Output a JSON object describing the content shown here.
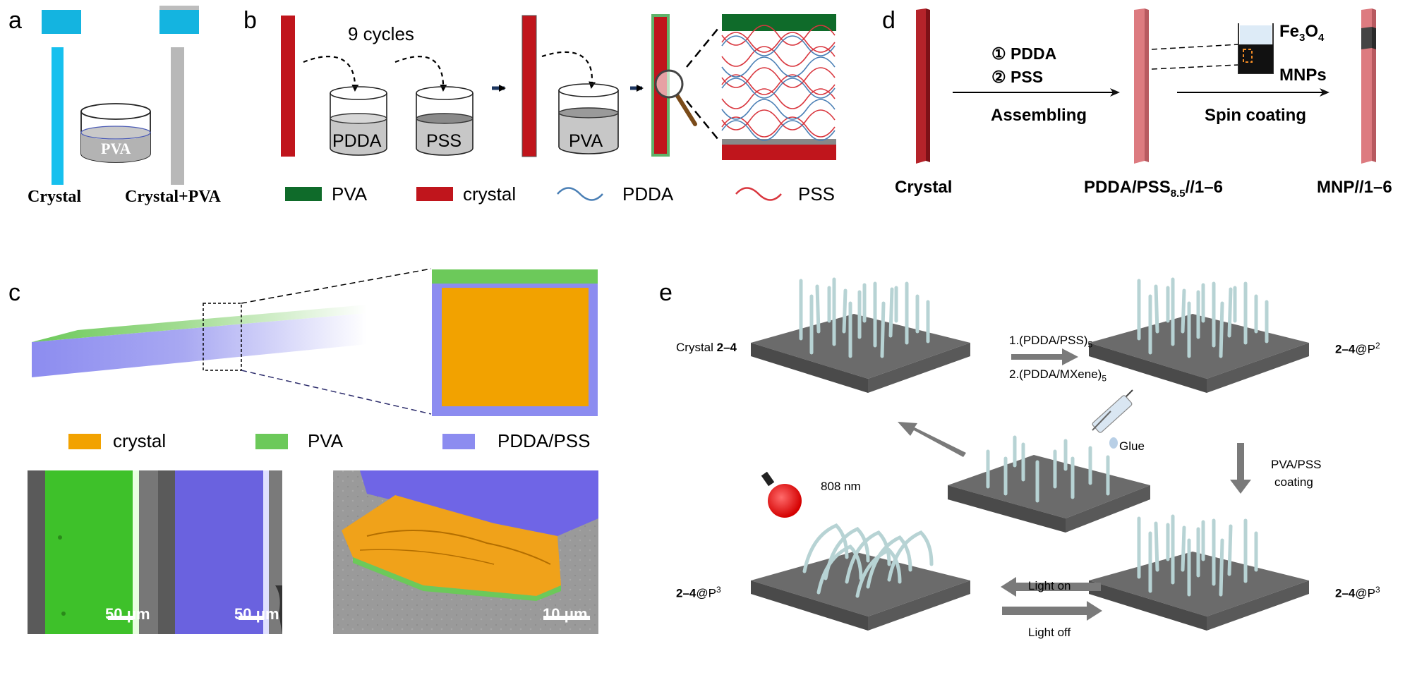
{
  "panels": {
    "a": {
      "label": "a",
      "beaker_text": "PVA",
      "crystal": "Crystal",
      "crystal_pva": "Crystal+PVA"
    },
    "b": {
      "label": "b",
      "cycles": "9 cycles",
      "beakers": [
        "PDDA",
        "PSS",
        "PVA"
      ],
      "legend": [
        "PVA",
        "crystal",
        "PDDA",
        "PSS"
      ],
      "colors": {
        "pva": "#0f6b2a",
        "crystal": "#c0151c",
        "pdda": "#4a7fb5",
        "pss": "#d9363e"
      }
    },
    "c": {
      "label": "c",
      "legend": [
        "crystal",
        "PVA",
        "PDDA/PSS"
      ],
      "colors": {
        "crystal": "#f2a200",
        "pva": "#6cc95a",
        "pdda_pss": "#8c8cf0"
      },
      "scale_bars": [
        "50 μm",
        "50 μm",
        "10 μm"
      ]
    },
    "d": {
      "label": "d",
      "steps": [
        "① PDDA",
        "② PSS"
      ],
      "assembling": "Assembling",
      "fe3o4_main": "Fe",
      "fe3o4_sub1": "3",
      "fe3o4_o": "O",
      "fe3o4_sub2": "4",
      "mnps": "MNPs",
      "spin_coating": "Spin coating",
      "crystal": "Crystal",
      "pdda_pss_main": "PDDA/PSS",
      "pdda_pss_sub": "8.5",
      "pdda_pss_suffix": "//1–6",
      "mnp": "MNP//1–6"
    },
    "e": {
      "label": "e",
      "crystal_prefix": "Crystal ",
      "crystal_bold": "2–4",
      "step1_main": "1.(PDDA/PSS)",
      "step1_sub": "5",
      "step2_main": "2.(PDDA/MXene)",
      "step2_sub": "5",
      "p2_bold": "2–4",
      "p2_rest": "@P",
      "p2_sup": "2",
      "glue": "Glue",
      "nm": "808 nm",
      "pva_pss": "PVA/PSS",
      "coating": "coating",
      "p3_bold": "2–4",
      "p3_rest": "@P",
      "p3_sup": "3",
      "light_on": "Light on",
      "light_off": "Light off"
    }
  }
}
